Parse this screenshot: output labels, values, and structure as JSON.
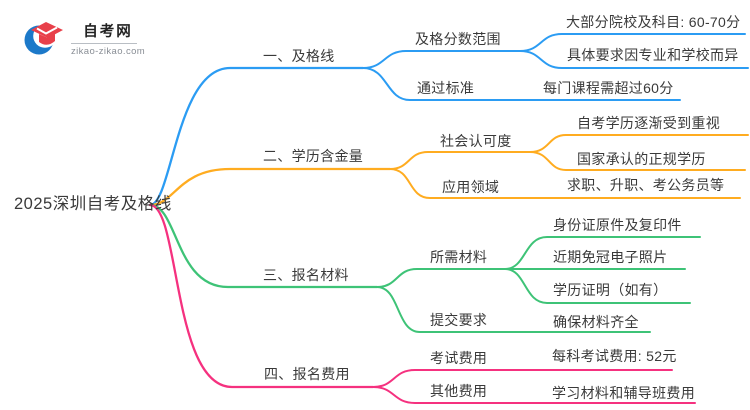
{
  "logo": {
    "title": "自考网",
    "domain": "zikao-zikao.com"
  },
  "root": "2025深圳自考及格线",
  "colors": {
    "blue": "#2b9cf3",
    "orange": "#ffac20",
    "green": "#3ec377",
    "pink": "#f5317f",
    "text": "#3a3a3a"
  },
  "branches": [
    {
      "label": "一、及格线",
      "color": "#2b9cf3",
      "children": [
        {
          "label": "及格分数范围",
          "leaves": [
            "大部分院校及科目: 60-70分",
            "具体要求因专业和学校而异"
          ]
        },
        {
          "label": "通过标准",
          "leaves": [
            "每门课程需超过60分"
          ]
        }
      ]
    },
    {
      "label": "二、学历含金量",
      "color": "#ffac20",
      "children": [
        {
          "label": "社会认可度",
          "leaves": [
            "自考学历逐渐受到重视",
            "国家承认的正规学历"
          ]
        },
        {
          "label": "应用领域",
          "leaves": [
            "求职、升职、考公务员等"
          ]
        }
      ]
    },
    {
      "label": "三、报名材料",
      "color": "#3ec377",
      "children": [
        {
          "label": "所需材料",
          "leaves": [
            "身份证原件及复印件",
            "近期免冠电子照片",
            "学历证明（如有）"
          ]
        },
        {
          "label": "提交要求",
          "leaves": [
            "确保材料齐全"
          ]
        }
      ]
    },
    {
      "label": "四、报名费用",
      "color": "#f5317f",
      "children": [
        {
          "label": "考试费用",
          "leaves": [
            "每科考试费用: 52元"
          ]
        },
        {
          "label": "其他费用",
          "leaves": [
            "学习材料和辅导班费用"
          ]
        }
      ]
    }
  ]
}
